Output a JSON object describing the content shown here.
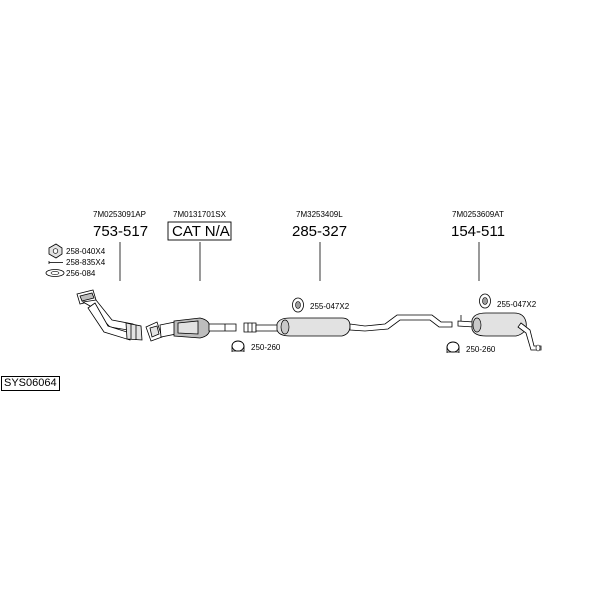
{
  "system_id": "SYS06064",
  "assemblies": [
    {
      "oe_number": "7M0253091AP",
      "part_number": "753-517"
    },
    {
      "oe_number": "7M0131701SX",
      "part_number": "CAT N/A"
    },
    {
      "oe_number": "7M3253409L",
      "part_number": "285-327"
    },
    {
      "oe_number": "7M0253609AT",
      "part_number": "154-511"
    }
  ],
  "accessories": {
    "nut": "258-040X4",
    "stud": "258-835X4",
    "gasket": "256-084",
    "mount_middle": "255-047X2",
    "clamp_middle": "250-260",
    "mount_rear": "255-047X2",
    "clamp_rear": "250-260"
  }
}
